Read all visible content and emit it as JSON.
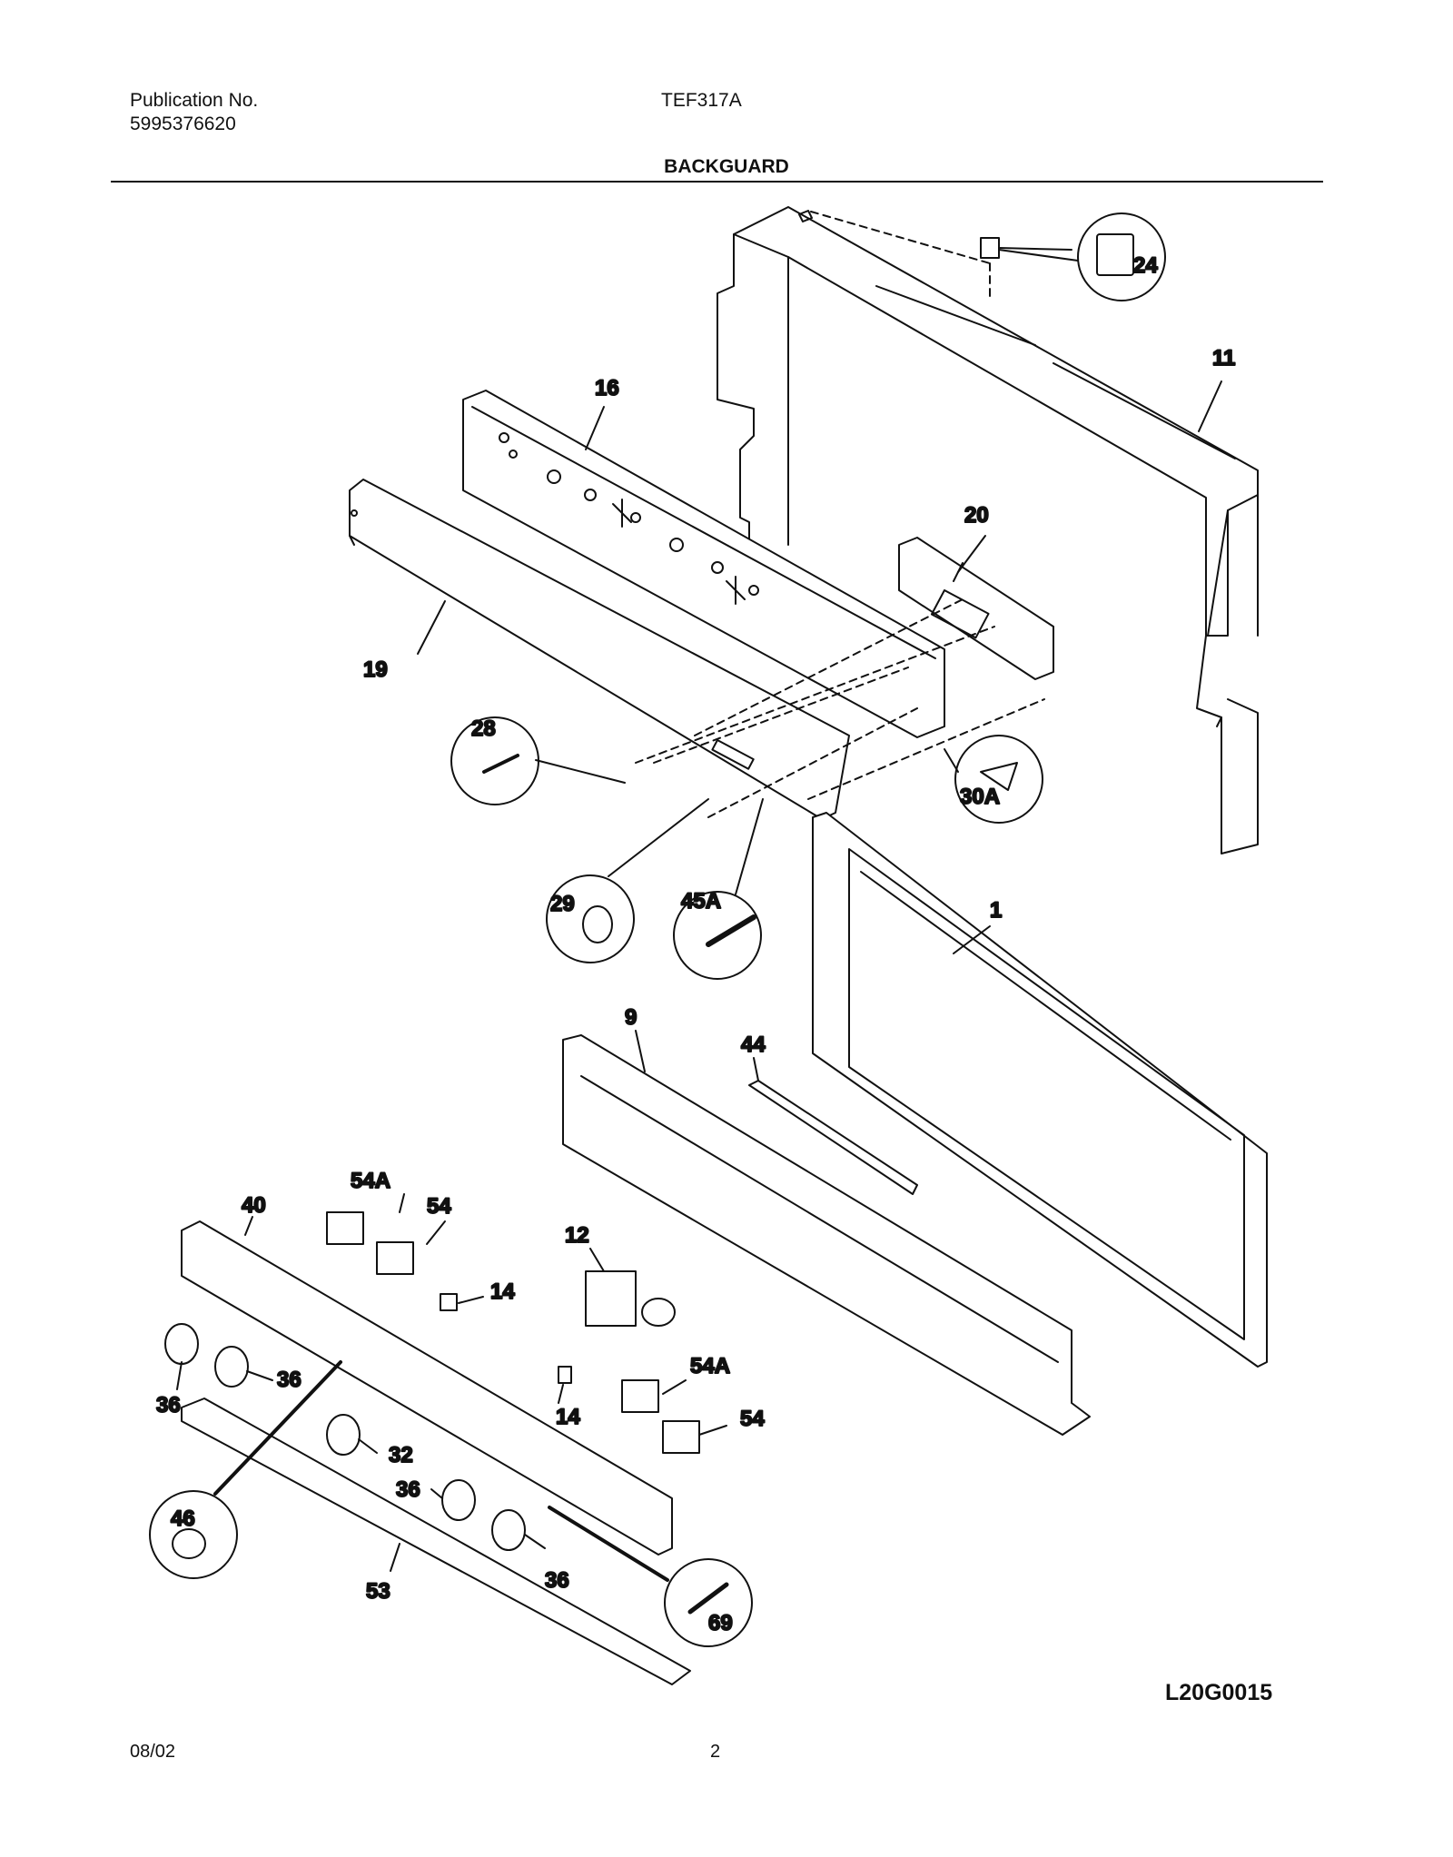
{
  "header": {
    "publication_label": "Publication No.",
    "publication_number": "5995376620",
    "model": "TEF317A"
  },
  "section_title": "BACKGUARD",
  "parts": {
    "p24": "24",
    "p11": "11",
    "p16": "16",
    "p20": "20",
    "p19": "19",
    "p28": "28",
    "p30a": "30A",
    "p29": "29",
    "p45a": "45A",
    "p1": "1",
    "p9": "9",
    "p44": "44",
    "p54a_top": "54A",
    "p54_top": "54",
    "p40": "40",
    "p12": "12",
    "p14_top": "14",
    "p54a_right": "54A",
    "p54_right": "54",
    "p14_bottom": "14",
    "p36_a": "36",
    "p36_b": "36",
    "p32": "32",
    "p36_c": "36",
    "p36_d": "36",
    "p46": "46",
    "p53": "53",
    "p69": "69"
  },
  "drawing_code": "L20G0015",
  "footer": {
    "date": "08/02",
    "page": "2"
  }
}
